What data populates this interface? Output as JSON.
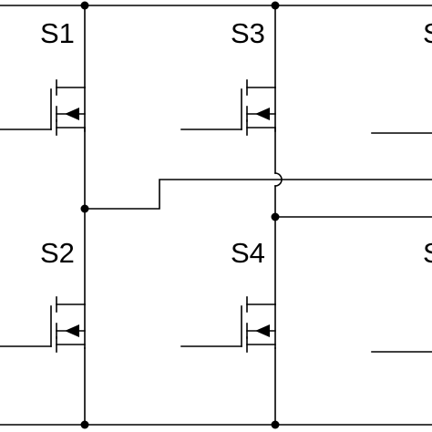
{
  "diagram": {
    "type": "inverter-switch-leg-schematic",
    "line_color": "#000000",
    "background": "#ffffff",
    "switches": [
      {
        "id": "S1",
        "label": "S1",
        "device": "mosfet",
        "leg": 1,
        "position": "upper"
      },
      {
        "id": "S2",
        "label": "S2",
        "device": "mosfet",
        "leg": 1,
        "position": "lower"
      },
      {
        "id": "S3",
        "label": "S3",
        "device": "mosfet",
        "leg": 2,
        "position": "upper"
      },
      {
        "id": "S4",
        "label": "S4",
        "device": "mosfet",
        "leg": 2,
        "position": "lower"
      },
      {
        "id": "S5-partial",
        "label": "S",
        "device": "mosfet",
        "leg": 3,
        "position": "upper"
      },
      {
        "id": "S6-partial",
        "label": "S",
        "device": "mosfet",
        "leg": 3,
        "position": "lower"
      }
    ],
    "crossing_style": "hop-over"
  }
}
